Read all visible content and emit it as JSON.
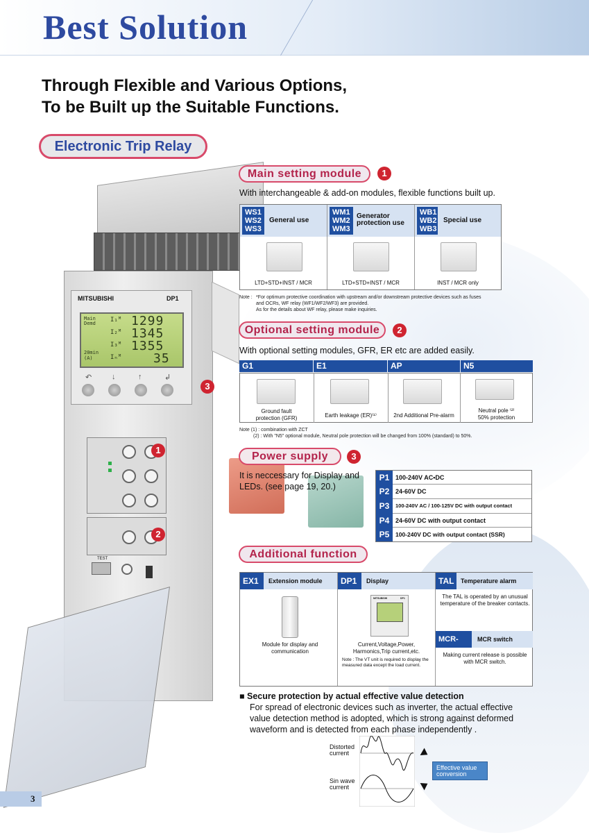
{
  "header": {
    "title": "Best Solution"
  },
  "subtitle": [
    "Through Flexible and Various Options,",
    "To be Built up the Suitable Functions."
  ],
  "product_pill": "Electronic Trip Relay",
  "device": {
    "brand": "MITSUBISHI",
    "model": "DP1",
    "lcd_lines": [
      "I Main Demd",
      "I₁ᴹ 1299",
      "I₂ᴹ 1345",
      "I₃ᴹ 1355",
      "I_N 35"
    ],
    "lcd_values": [
      "1299",
      "1345",
      "1355",
      "35"
    ],
    "lcd_labels": [
      "Main Demd",
      "I₁ᴹ",
      "I₂ᴹ",
      "I₃ᴹ",
      "Iₙᴹ",
      "20min (A)"
    ],
    "badges": [
      "3",
      "1",
      "2"
    ],
    "test_label": "TEST"
  },
  "main_setting": {
    "title": "Main setting module",
    "badge": "1",
    "description": "With interchangeable & add-on modules, flexible functions built up.",
    "groups": [
      {
        "codes": "WS1\nWS2\nWS3",
        "label": "General use",
        "caption": "LTD+STD+INST / MCR"
      },
      {
        "codes": "WM1\nWM2\nWM3",
        "label": "Generator protection use",
        "caption": "LTD+STD+INST / MCR"
      },
      {
        "codes": "WB1\nWB2\nWB3",
        "label": "Special use",
        "caption": "INST / MCR only"
      }
    ],
    "note_label": "Note :",
    "note_lines": [
      "*For optimum protective coordination with upstream and/or downstream protective devices such as fuses",
      "and OCRs, WF relay (WF1/WF2/WF3) are provided.",
      "As for the details about WF relay, please make inquiries."
    ]
  },
  "optional_setting": {
    "title": "Optional setting module",
    "badge": "2",
    "description": "With optional setting modules, GFR, ER etc are added easily.",
    "items": [
      {
        "code": "G1",
        "caption": "Ground fault\nprotection (GFR)"
      },
      {
        "code": "E1",
        "caption": "Earth leakage (ER)⁽¹⁾"
      },
      {
        "code": "AP",
        "caption": "2nd Additional Pre-alarm"
      },
      {
        "code": "N5",
        "caption": "Neutral pole ⁽²⁾\n50% protection"
      }
    ],
    "notes": [
      "Note (1) : combination with ZCT",
      "(2) : With \"N5\" optional module, Neutral pole protection will be changed from 100% (standard) to 50%."
    ]
  },
  "power_supply": {
    "title": "Power supply",
    "badge": "3",
    "description": "It is neccessary for Display and LEDs. (see page 19, 20.)",
    "rows": [
      {
        "code": "P1",
        "desc": "100-240V AC•DC"
      },
      {
        "code": "P2",
        "desc": "24-60V DC"
      },
      {
        "code": "P3",
        "desc": "100-240V AC / 100-125V DC with output contact"
      },
      {
        "code": "P4",
        "desc": "24-60V DC with output contact"
      },
      {
        "code": "P5",
        "desc": "100-240V DC with output contact (SSR)"
      }
    ]
  },
  "additional": {
    "title": "Additional function",
    "ex1": {
      "code": "EX1",
      "label": "Extension module",
      "caption": "Module for display and communication"
    },
    "dp1": {
      "code": "DP1",
      "label": "Display",
      "caption": "Current,Voltage,Power, Harmonics,Trip current,etc.",
      "note": "Note : The VT unit is required to display the measured data except the load current.",
      "brand": "MITSUBISHI",
      "model": "DP1"
    },
    "tal": {
      "code": "TAL",
      "label": "Temperature alarm",
      "caption": "The TAL is operated by an unusual temperature of the breaker contacts."
    },
    "mcr": {
      "code": "MCR-SW",
      "label": "MCR switch",
      "caption": "Making current release is possible with MCR switch."
    }
  },
  "secure": {
    "heading": "■ Secure protection by actual effective value detection",
    "body": "For spread of electronic devices such as inverter, the actual effective value detection method is adopted, which is strong against deformed waveform and is detected from each phase independently .",
    "distorted": "Distorted current",
    "sin": "Sin wave current",
    "effective": "Effective value conversion"
  },
  "page_number": "3",
  "colors": {
    "accent_blue": "#1f4fa0",
    "title_blue": "#2e4aa0",
    "pill_border": "#d84a6a",
    "badge_red": "#cf2430"
  }
}
